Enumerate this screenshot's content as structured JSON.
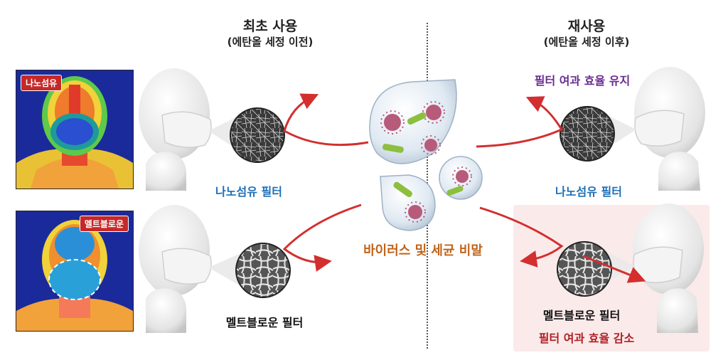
{
  "left_header": {
    "title": "최초 사용",
    "subtitle": "(에탄올 세정 이전)"
  },
  "right_header": {
    "title": "재사용",
    "subtitle": "(에탄올 세정 이후)"
  },
  "thermal_images": [
    {
      "tag": "나노섬유"
    },
    {
      "tag": "멜트블로운"
    }
  ],
  "labels": {
    "nanofiber_filter_left": "나노섬유 필터",
    "meltblown_filter_left": "멜트블로운 필터",
    "droplet_caption": "바이러스 및 세균 비말",
    "efficiency_kept": "필터 여과 효율 유지",
    "nanofiber_filter_right": "나노섬유 필터",
    "meltblown_filter_right": "멜트블로운 필터",
    "efficiency_reduced": "필터 여과 효율 감소"
  },
  "colors": {
    "label_blue": "#1e6fb8",
    "label_purple": "#6a2c91",
    "label_darkred": "#b01f24",
    "caption_orange": "#c0641a",
    "arrow_red": "#d32f2f",
    "tag_red": "#c62828",
    "highlight_pink": "#fbe9e9"
  }
}
